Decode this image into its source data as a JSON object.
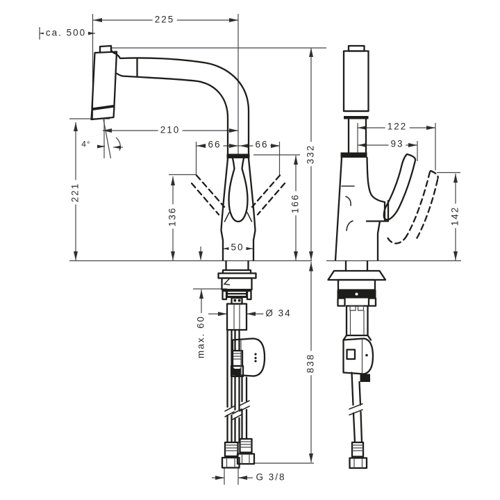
{
  "page": {
    "background": "#ffffff",
    "line_color": "#1d1d1b",
    "dimension_line_color": "#45454a",
    "text_color": "#2b2b29"
  },
  "drawing": {
    "kind": "faucet installation technical drawing, front and side view",
    "dimensions": {
      "overall_width": "225",
      "pullout_hose": "ca. 500",
      "spout_reach": "210",
      "spout_angle": "4°",
      "swivel_left": "66",
      "swivel_right": "66",
      "outlet_height": "221",
      "handle_clearance": "136",
      "base_width": "50",
      "total_height": "332",
      "body_height": "166",
      "lever_reach_max": "122",
      "lever_reach": "93",
      "lever_tip_height": "142",
      "max_deck_thickness": "max. 60",
      "shank_diameter": "Ø 34",
      "hose_length": "838",
      "connection_thread": "G 3/8"
    }
  }
}
